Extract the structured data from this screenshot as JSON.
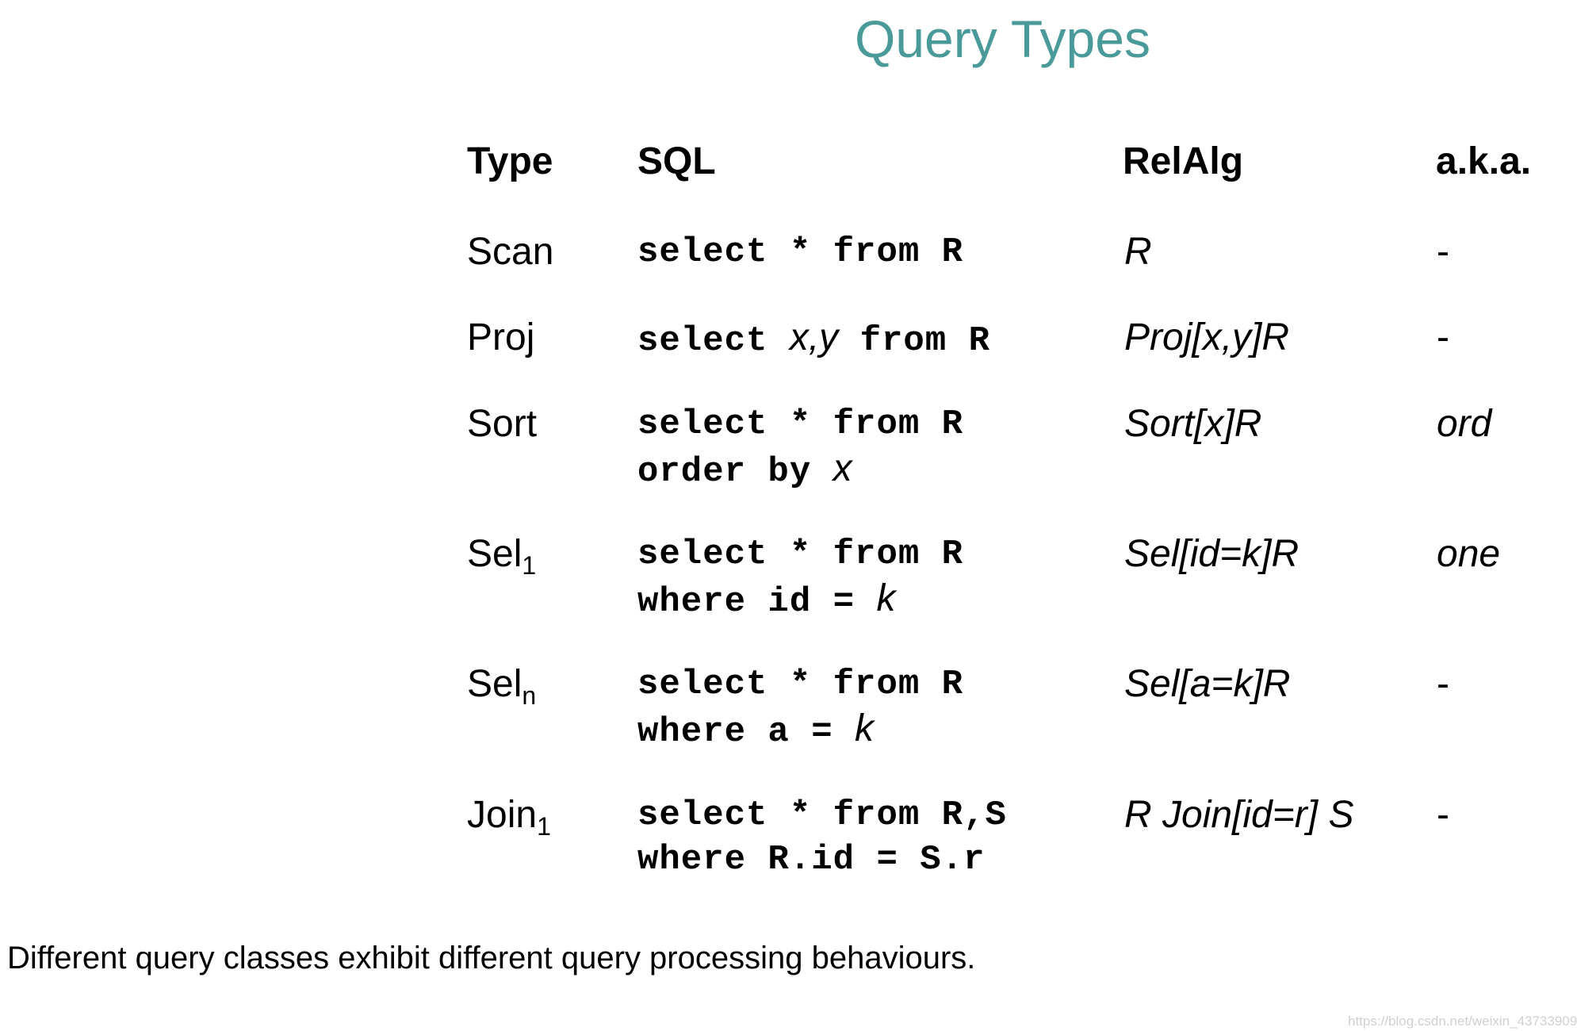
{
  "title": "Query Types",
  "headers": {
    "type": "Type",
    "sql": "SQL",
    "relalg": "RelAlg",
    "aka": "a.k.a."
  },
  "rows": [
    {
      "type": "Scan",
      "type_sub": "",
      "sql_lines": [
        [
          {
            "t": "select * from R",
            "i": false
          }
        ]
      ],
      "relalg": "R",
      "aka": "-",
      "aka_italic": false
    },
    {
      "type": "Proj",
      "type_sub": "",
      "sql_lines": [
        [
          {
            "t": "select ",
            "i": false
          },
          {
            "t": "x,y",
            "i": true
          },
          {
            "t": " from R",
            "i": false
          }
        ]
      ],
      "relalg": "Proj[x,y]R",
      "aka": "-",
      "aka_italic": false
    },
    {
      "type": "Sort",
      "type_sub": "",
      "sql_lines": [
        [
          {
            "t": "select * from R",
            "i": false
          }
        ],
        [
          {
            "t": "order by ",
            "i": false
          },
          {
            "t": "x",
            "i": true
          }
        ]
      ],
      "relalg": "Sort[x]R",
      "aka": "ord",
      "aka_italic": true
    },
    {
      "type": "Sel",
      "type_sub": "1",
      "sql_lines": [
        [
          {
            "t": "select * from R",
            "i": false
          }
        ],
        [
          {
            "t": "where id = ",
            "i": false
          },
          {
            "t": "k",
            "i": true
          }
        ]
      ],
      "relalg": "Sel[id=k]R",
      "aka": "one",
      "aka_italic": true
    },
    {
      "type": "Sel",
      "type_sub": "n",
      "sql_lines": [
        [
          {
            "t": "select * from R",
            "i": false
          }
        ],
        [
          {
            "t": "where a = ",
            "i": false
          },
          {
            "t": "k",
            "i": true
          }
        ]
      ],
      "relalg": "Sel[a=k]R",
      "aka": "-",
      "aka_italic": false
    },
    {
      "type": "Join",
      "type_sub": "1",
      "sql_lines": [
        [
          {
            "t": "select * from R,S",
            "i": false
          }
        ],
        [
          {
            "t": "where R.id = S.r",
            "i": false
          }
        ]
      ],
      "relalg": "R Join[id=r] S",
      "aka": "-",
      "aka_italic": false
    }
  ],
  "caption": "Different query classes exhibit different query processing behaviours.",
  "watermark": "https://blog.csdn.net/weixin_43733909",
  "colors": {
    "title": "#4a9a9a",
    "text": "#000000",
    "watermark": "#d0d0d0"
  }
}
